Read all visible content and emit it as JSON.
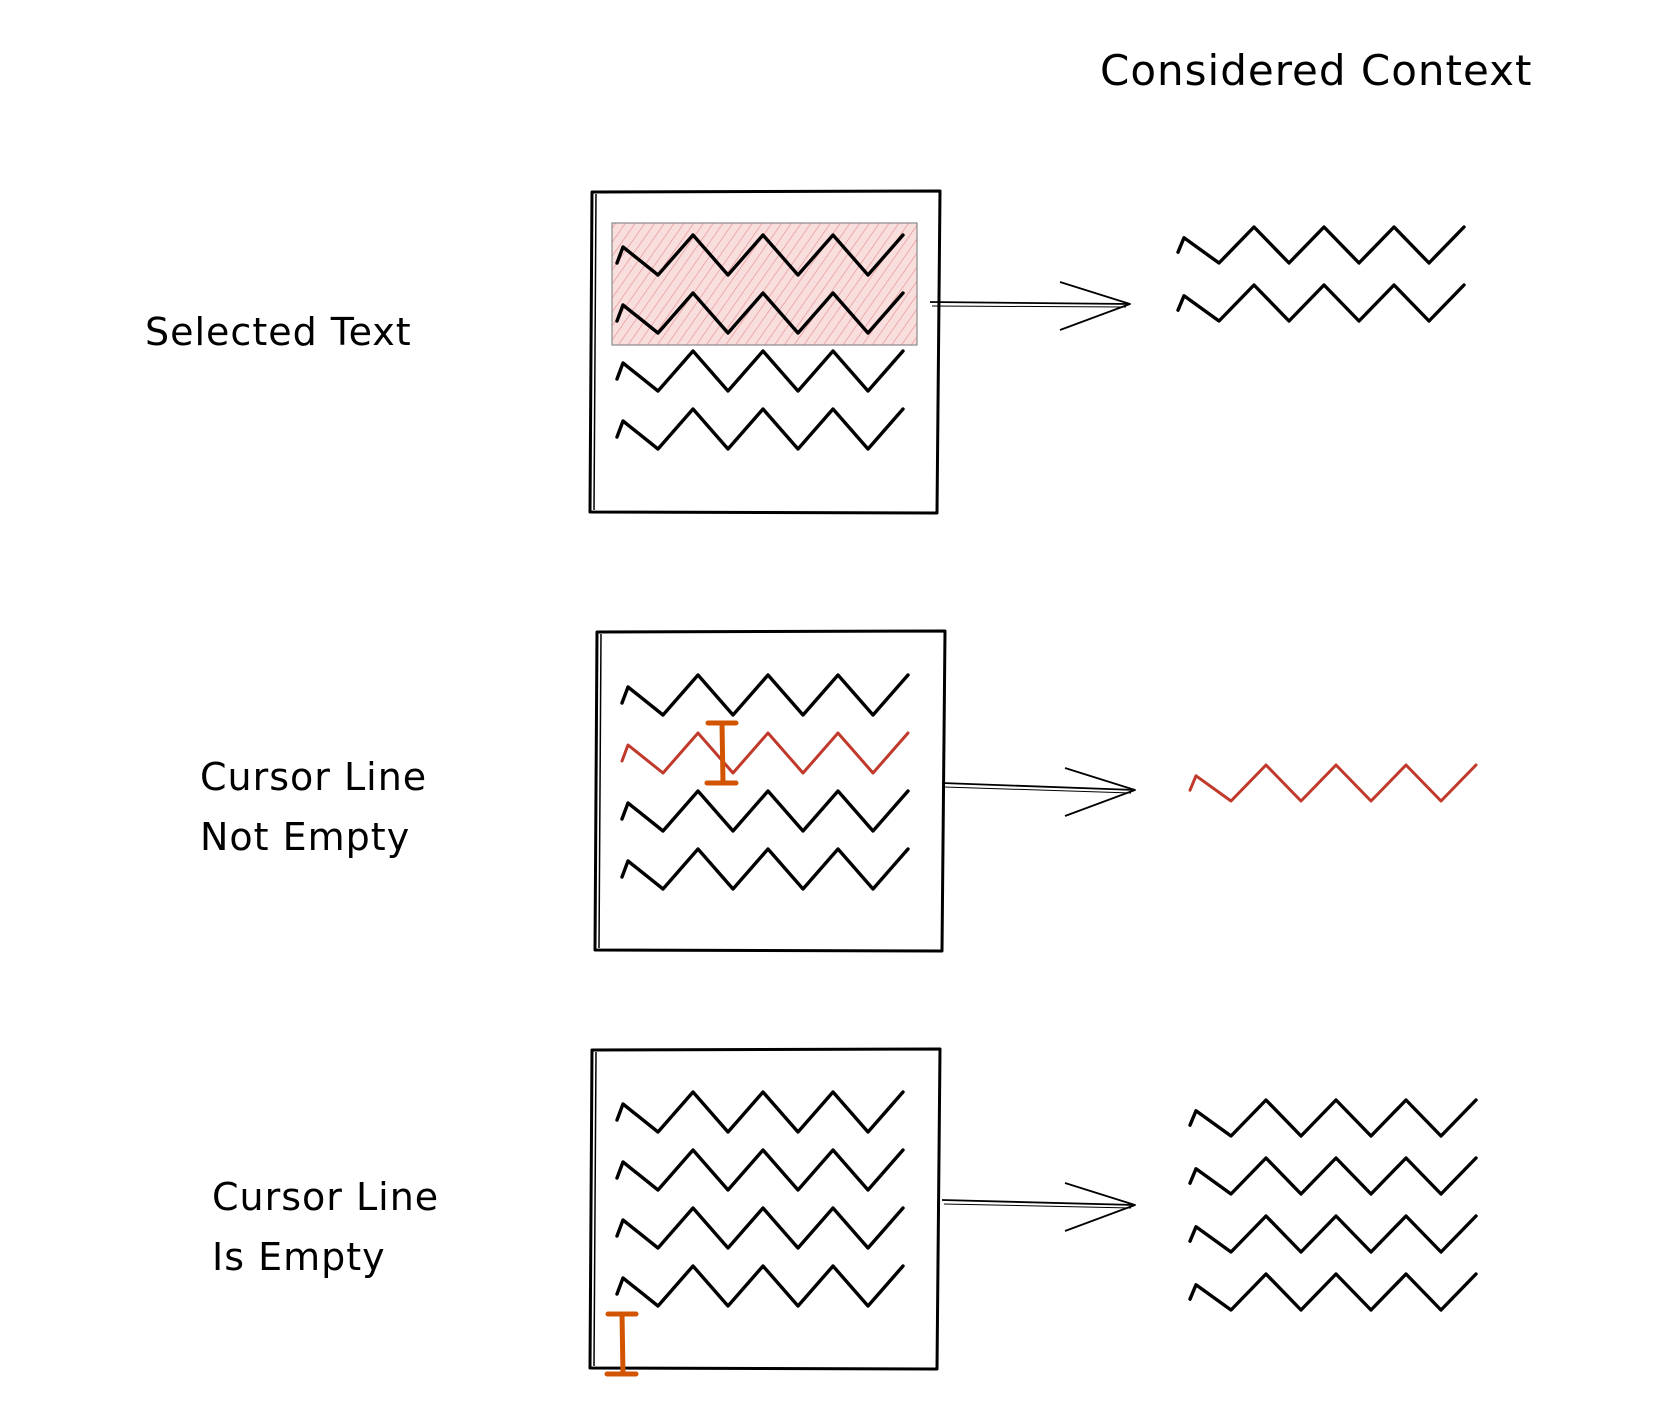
{
  "header": {
    "title": "Considered Context"
  },
  "colors": {
    "ink": "#000000",
    "highlight_stroke": "#c0392b",
    "selection_fill": "#f5c9c9",
    "cursor": "#d35400",
    "background": "#ffffff"
  },
  "rows": [
    {
      "label_lines": [
        "Selected Text"
      ],
      "editor_lines": 4,
      "selected_lines": [
        0,
        1
      ],
      "cursor_line": null,
      "cursor_on_empty_line": false,
      "result_lines": 2,
      "result_color": "ink"
    },
    {
      "label_lines": [
        "Cursor Line",
        "Not Empty"
      ],
      "editor_lines": 4,
      "selected_lines": [],
      "cursor_line": 1,
      "cursor_on_empty_line": false,
      "result_lines": 1,
      "result_color": "highlight_stroke"
    },
    {
      "label_lines": [
        "Cursor Line",
        "Is Empty"
      ],
      "editor_lines": 4,
      "selected_lines": [],
      "cursor_line": 4,
      "cursor_on_empty_line": true,
      "result_lines": 4,
      "result_color": "ink"
    }
  ],
  "icons": {
    "cursor": "text-cursor-icon",
    "arrow": "right-arrow-icon"
  }
}
